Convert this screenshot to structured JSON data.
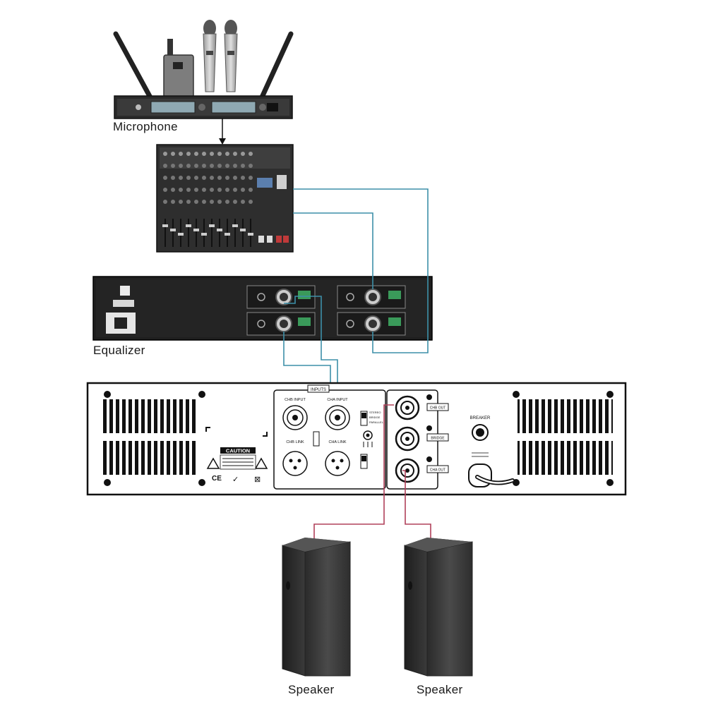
{
  "labels": {
    "microphone": "Microphone",
    "equalizer": "Equalizer",
    "speaker_left": "Speaker",
    "speaker_right": "Speaker"
  },
  "amplifier": {
    "inputs": "INPUTS",
    "chb_input": "CHB INPUT",
    "cha_input": "CHA INPUT",
    "chb_link": "CHB LINK",
    "cha_link": "CHA LINK",
    "chb_out": "CHB OUT",
    "bridge": "BRIDGE",
    "cha_out": "CHA OUT",
    "breaker": "BREAKER",
    "caution": "CAUTION",
    "mode_stereo": "STEREO",
    "mode_bridge": "BRIDGE",
    "mode_parallel": "PARALLEL"
  },
  "colors": {
    "signal_cable": "#3d8fa8",
    "speaker_cable": "#b0405a",
    "device_dark": "#1c1c1c"
  }
}
